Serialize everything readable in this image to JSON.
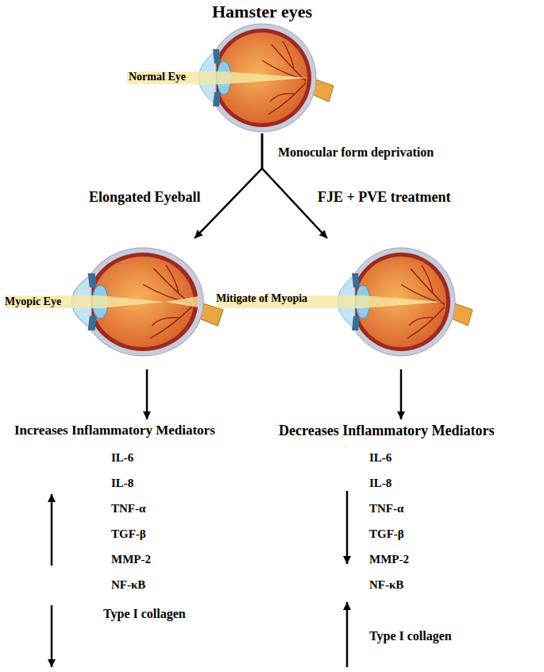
{
  "diagram": {
    "title": "Hamster eyes",
    "nodes": [
      {
        "text": [
          "Normal Eye"
        ]
      },
      {
        "text": [
          "Myopic Eye"
        ]
      },
      {
        "text": [
          "Mitigate of Myopia"
        ]
      },
      {
        "text": [
          "Increases Inflammatory Mediators",
          "IL-6",
          "IL-8",
          "TNF-α",
          "TGF-β",
          "MMP-2",
          "NF-κB"
        ]
      },
      {
        "text": [
          "Type I collagen"
        ]
      },
      {
        "text": [
          "Decreases Inflammatory Mediators",
          "IL-6",
          "IL-8",
          "TNF-α",
          "TGF-β",
          "MMP-2",
          "NF-κB"
        ]
      },
      {
        "text": [
          "Type I collagen"
        ]
      }
    ],
    "edges": [
      {
        "from": 0,
        "to": 1,
        "label": "Elongated Eyeball",
        "arrow": "to"
      },
      {
        "from": 0,
        "to": 2,
        "label": "FJE + PVE treatment",
        "arrow": "to"
      },
      {
        "from": 1,
        "to": 3,
        "arrow": "to"
      },
      {
        "from": 2,
        "to": 5,
        "arrow": "to"
      }
    ],
    "labels": [
      "Monocular form deprivation"
    ]
  }
}
